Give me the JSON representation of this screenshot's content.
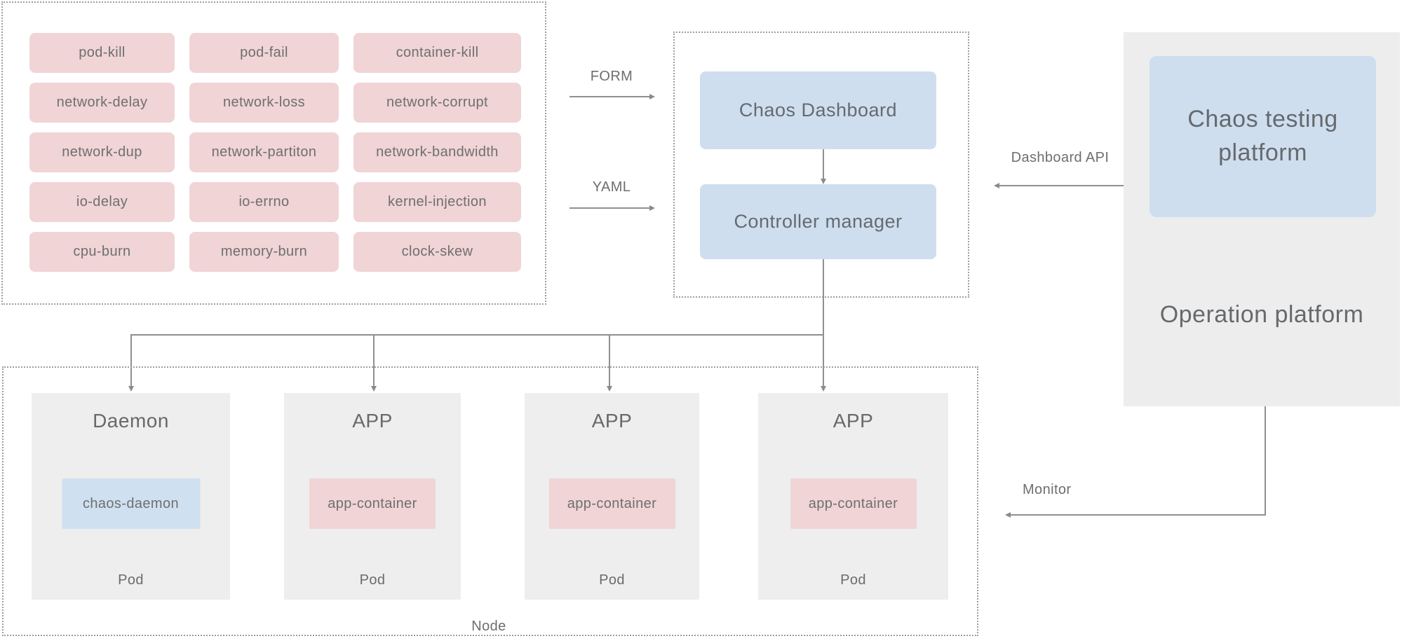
{
  "colors": {
    "experiment_pink": "#f0d4d6",
    "component_blue": "#cedeee",
    "pod_gray": "#eeeeee",
    "platform_gray": "#ededed",
    "text_gray": "#6b6b6b",
    "connector_gray": "#8f8f8f",
    "dashed_border_gray": "#9d9d9d"
  },
  "chaos_types": [
    "pod-kill",
    "pod-fail",
    "container-kill",
    "network-delay",
    "network-loss",
    "network-corrupt",
    "network-dup",
    "network-partiton",
    "network-bandwidth",
    "io-delay",
    "io-errno",
    "kernel-injection",
    "cpu-burn",
    "memory-burn",
    "clock-skew"
  ],
  "control_plane": {
    "dashboard_label": "Chaos Dashboard",
    "controller_label": "Controller manager"
  },
  "connectors": {
    "form_label": "FORM",
    "yaml_label": "YAML",
    "dashboard_api_label": "Dashboard API",
    "monitor_label": "Monitor"
  },
  "platform_panel": {
    "testing_label": "Chaos testing platform",
    "operation_label": "Operation platform"
  },
  "node_panel": {
    "node_label": "Node",
    "pods": [
      {
        "title": "Daemon",
        "container": "chaos-daemon",
        "label": "Pod"
      },
      {
        "title": "APP",
        "container": "app-container",
        "label": "Pod"
      },
      {
        "title": "APP",
        "container": "app-container",
        "label": "Pod"
      },
      {
        "title": "APP",
        "container": "app-container",
        "label": "Pod"
      }
    ]
  }
}
